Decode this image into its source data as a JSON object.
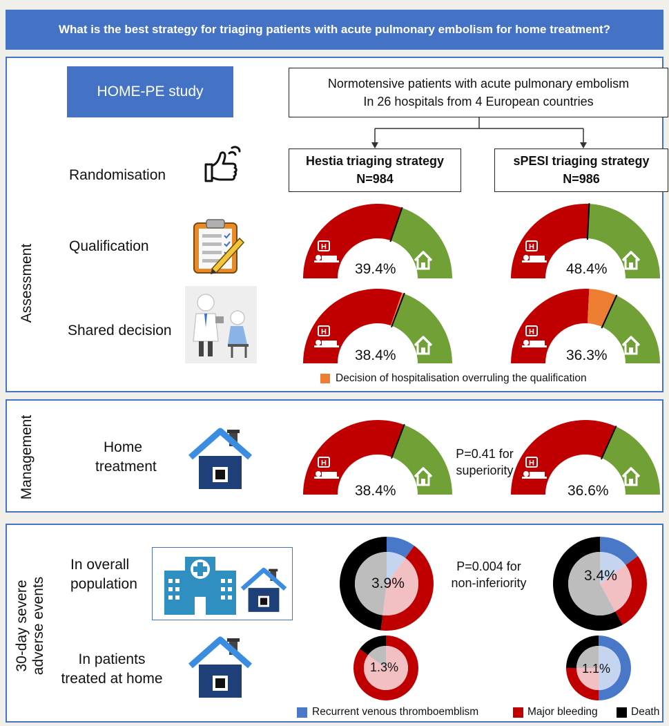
{
  "title": "What is the best strategy for triaging patients with acute pulmonary embolism for home treatment?",
  "study_label": "HOME-PE study",
  "population": {
    "line1": "Normotensive patients with acute pulmonary embolism",
    "line2": "In 26 hospitals from 4 European countries"
  },
  "arms": {
    "hestia": {
      "name": "Hestia triaging strategy",
      "n": "N=984"
    },
    "spesi": {
      "name": "sPESI triaging strategy",
      "n": "N=986"
    }
  },
  "sections": {
    "assessment": "Assessment",
    "management": "Management",
    "adverse_l1": "30-day severe",
    "adverse_l2": "adverse events"
  },
  "rows": {
    "randomisation": "Randomisation",
    "qualification": "Qualification",
    "shared_decision": "Shared decision",
    "home_treatment_l1": "Home",
    "home_treatment_l2": "treatment",
    "overall_l1": "In overall",
    "overall_l2": "population",
    "home_patients_l1": "In patients",
    "home_patients_l2": "treated at home"
  },
  "gauges": {
    "qual_hestia": "39.4%",
    "qual_spesi": "48.4%",
    "shared_hestia": "38.4%",
    "shared_spesi": "36.3%",
    "home_hestia": "38.4%",
    "home_spesi": "36.6%"
  },
  "gauge_values": {
    "qual_hestia": {
      "home": 39.4,
      "overrule": 0
    },
    "qual_spesi": {
      "home": 48.4,
      "overrule": 0
    },
    "shared_hestia": {
      "home": 38.4,
      "overrule": 1.0
    },
    "shared_spesi": {
      "home": 36.3,
      "overrule": 12.1
    },
    "home_hestia": {
      "home": 38.4,
      "overrule": 0
    },
    "home_spesi": {
      "home": 36.6,
      "overrule": 0
    }
  },
  "overrule_legend": "Decision of hospitalisation overruling the qualification",
  "p_superiority": {
    "l1": "P=0.41 for",
    "l2": "superiority"
  },
  "p_noninferiority": {
    "l1": "P=0.004 for",
    "l2": "non-inferiority"
  },
  "donuts": {
    "overall_hestia": "3.9%",
    "overall_spesi": "3.4%",
    "home_hestia": "1.3%",
    "home_spesi": "1.1%"
  },
  "donut_values": {
    "overall_hestia": {
      "recurrent_vte": 10,
      "major_bleeding": 42,
      "death": 48
    },
    "overall_spesi": {
      "recurrent_vte": 15,
      "major_bleeding": 27,
      "death": 58
    },
    "home_hestia": {
      "recurrent_vte": 0,
      "major_bleeding": 85,
      "death": 15
    },
    "home_spesi": {
      "recurrent_vte": 50,
      "major_bleeding": 25,
      "death": 25
    }
  },
  "event_legend": {
    "vte": "Recurrent venous thromboemblism",
    "bleeding": "Major bleeding",
    "death": "Death"
  },
  "colors": {
    "blue": "#4472c4",
    "hospital_red": "#c00000",
    "home_green": "#70a036",
    "overrule_orange": "#ed7d31",
    "vte_blue": "#4a78c8",
    "bleeding_red": "#c00000",
    "death_black": "#000000"
  }
}
